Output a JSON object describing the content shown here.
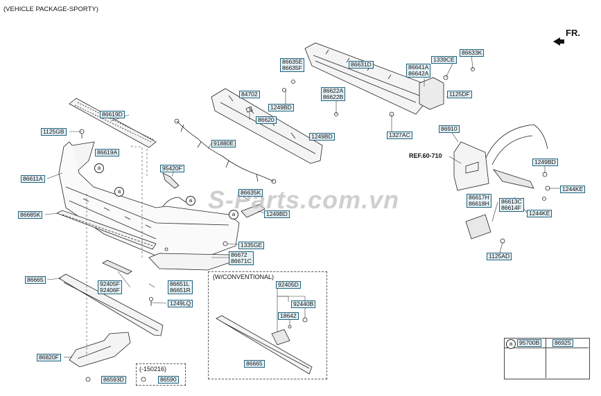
{
  "header": {
    "title": "(VEHICLE PACKAGE-SPORTY)"
  },
  "direction": {
    "label": "FR."
  },
  "watermark": {
    "text": "S-Parts.com.vn"
  },
  "reference": {
    "label": "REF.60-710"
  },
  "groups": {
    "conventional": "(W/CONVENTIONAL)",
    "date_limit": "(-150216)"
  },
  "marker": "a",
  "parts": {
    "p86619D": "86619D",
    "p1125GB": "1125GB",
    "p86619A": "86619A",
    "p86611A": "86611A",
    "p86685K": "86685K",
    "p86665_main": "86665",
    "p86820F": "86820F",
    "p86593D": "86593D",
    "p86590": "86590",
    "p92405F": "92405F",
    "p92406F": "92406F",
    "p86651L": "86651L",
    "p86651R": "86651R",
    "p1249LQ": "1249LQ",
    "p95420F": "95420F",
    "p91880E": "91880E",
    "p86635K": "86635K",
    "p1249BD_center": "1249BD",
    "p1335GE": "1335GE",
    "p86672": "86672",
    "p86671C": "86671C",
    "p84702": "84702",
    "p86620": "86620",
    "p86635E": "86635E",
    "p86635F": "86635F",
    "p1249BD_top": "1249BD",
    "p86631D": "86631D",
    "p86622A": "86622A",
    "p86622B": "86622B",
    "p1249BD_mid": "1249BD",
    "p1327AC": "1327AC",
    "p86641A": "86641A",
    "p86642A": "86642A",
    "p1339CE": "1339CE",
    "p86633K": "86633K",
    "p1125DF": "1125DF",
    "p86910": "86910",
    "p1249BD_right": "1249BD",
    "p1244KE_a": "1244KE",
    "p86617H": "86617H",
    "p86618H": "86618H",
    "p86613C": "86613C",
    "p86614F": "86614F",
    "p1244KE_b": "1244KE",
    "p1125AD": "1125AD",
    "p92405D": "92405D",
    "p92440B": "92440B",
    "p18642": "18642",
    "p86665_conv": "86665",
    "p95700B": "95700B",
    "p86925": "86925"
  }
}
